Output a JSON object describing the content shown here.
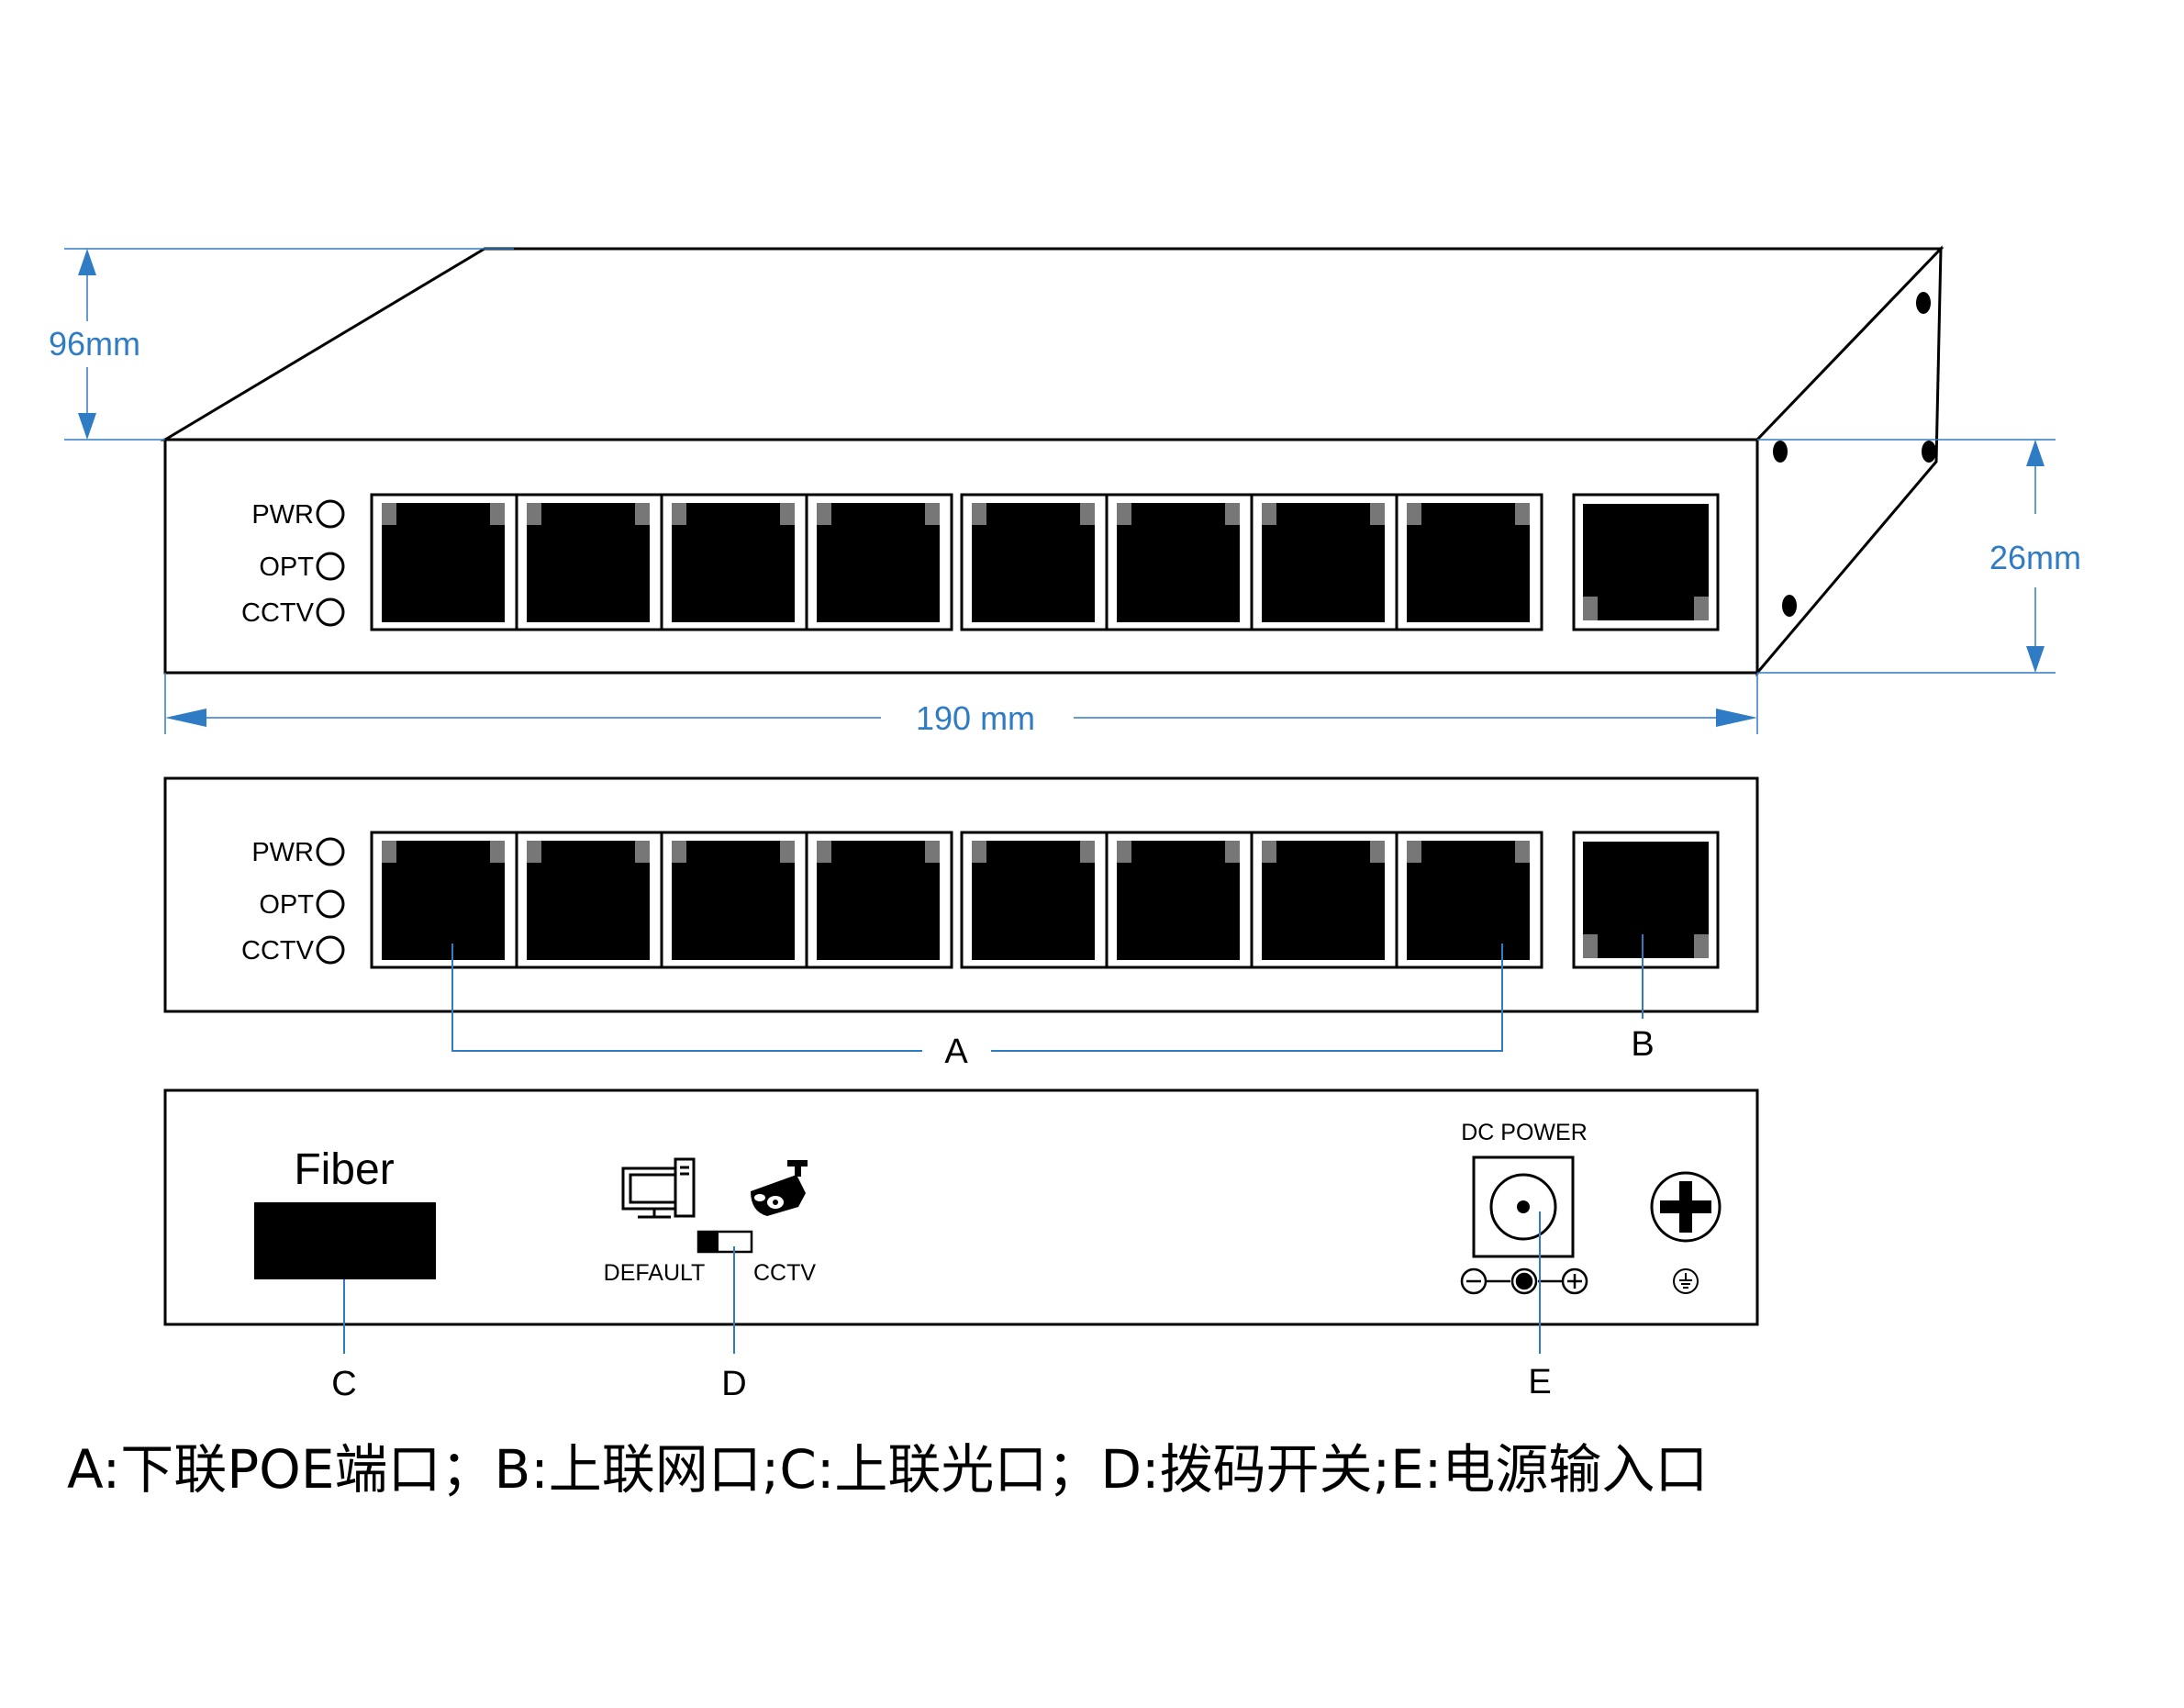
{
  "dimensions": {
    "height_total": "96mm",
    "height_front": "26mm",
    "width": "190 mm"
  },
  "indicators": [
    "PWR",
    "OPT",
    "CCTV"
  ],
  "rear": {
    "fiber_label": "Fiber",
    "switch_left": "DEFAULT",
    "switch_right": "CCTV",
    "power_label": "DC POWER"
  },
  "callouts": {
    "a": "A",
    "b": "B",
    "c": "C",
    "d": "D",
    "e": "E"
  },
  "caption": "A:下联POE端口；B:上联网口;C:上联光口；D:拨码开关;E:电源输入口",
  "colors": {
    "dimension": "#2f7cc4",
    "line": "#000000",
    "port": "#000000",
    "port_latch": "#777777"
  }
}
